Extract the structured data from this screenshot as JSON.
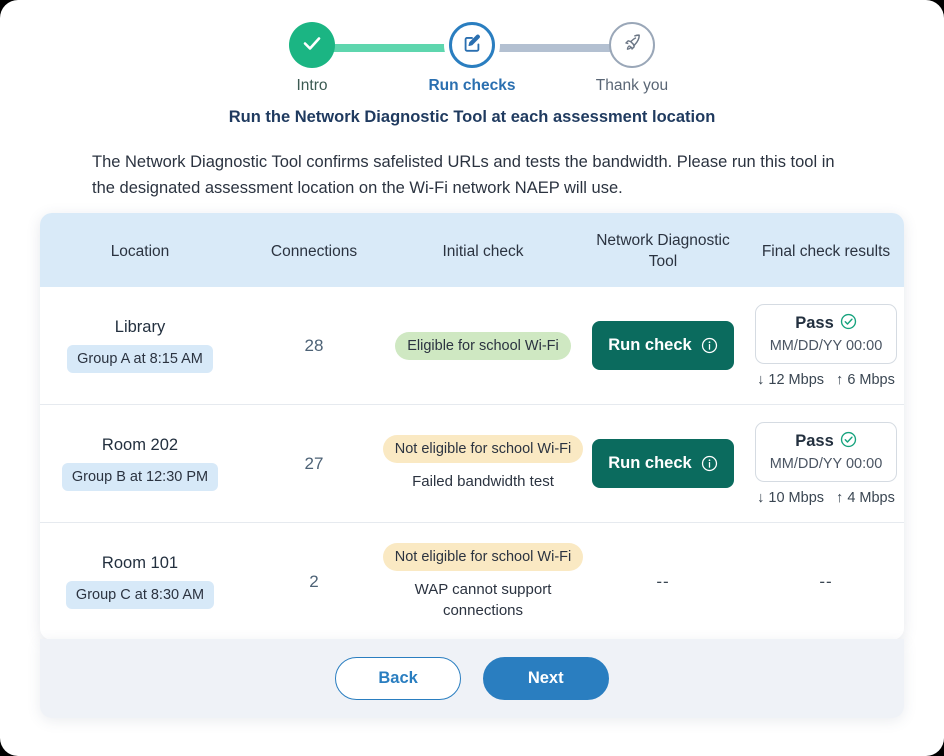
{
  "stepper": {
    "steps": [
      {
        "label": "Intro",
        "state": "done",
        "icon": "check-icon"
      },
      {
        "label": "Run checks",
        "state": "current",
        "icon": "edit-square-icon"
      },
      {
        "label": "Thank you",
        "state": "todo",
        "icon": "rocket-icon"
      }
    ],
    "colors": {
      "done": "#1bb583",
      "current": "#2a7ec0",
      "todo": "#9aa7b8",
      "track_done": "#5ed6ae",
      "track_todo": "#b3c0d1"
    }
  },
  "section_title": "Run the Network Diagnostic Tool at each assessment location",
  "intro_text": "The Network Diagnostic Tool confirms safelisted URLs and tests the bandwidth. Please run this tool in the designated assessment location on the Wi-Fi network NAEP will use.",
  "table": {
    "headers": [
      "Location",
      "Connections",
      "Initial check",
      "Network Diagnostic Tool",
      "Final check results"
    ],
    "header_bg": "#d9eaf8",
    "rows": [
      {
        "location": "Library",
        "group": "Group A at 8:15 AM",
        "connections": "28",
        "initial_status": "Eligible for school Wi-Fi",
        "initial_status_type": "ok",
        "initial_note": "",
        "action_label": "Run check",
        "action_icon": "info-icon",
        "has_action": true,
        "result_label": "Pass",
        "result_icon": "check-circle-icon",
        "result_date": "MM/DD/YY 00:00",
        "download": "↓ 12 Mbps",
        "upload": "↑ 6 Mbps",
        "has_result": true
      },
      {
        "location": "Room 202",
        "group": "Group B at 12:30 PM",
        "connections": "27",
        "initial_status": "Not eligible for school Wi-Fi",
        "initial_status_type": "warn",
        "initial_note": "Failed bandwidth test",
        "action_label": "Run check",
        "action_icon": "info-icon",
        "has_action": true,
        "result_label": "Pass",
        "result_icon": "check-circle-icon",
        "result_date": "MM/DD/YY 00:00",
        "download": "↓ 10 Mbps",
        "upload": "↑ 4 Mbps",
        "has_result": true
      },
      {
        "location": "Room 101",
        "group": "Group C at 8:30 AM",
        "connections": "2",
        "initial_status": "Not eligible for school Wi-Fi",
        "initial_status_type": "warn",
        "initial_note": "WAP cannot support connections",
        "action_label": "",
        "action_icon": "",
        "has_action": false,
        "action_empty": "--",
        "result_label": "",
        "result_icon": "",
        "result_date": "",
        "download": "",
        "upload": "",
        "has_result": false,
        "result_empty": "--"
      }
    ]
  },
  "footer": {
    "back_label": "Back",
    "next_label": "Next",
    "back_color": "#2a7ec0",
    "next_color": "#2a7ec0"
  },
  "accent": {
    "teal": "#0b6b5e",
    "blue": "#2a7ec0",
    "green": "#1bb583",
    "pill_ok": "#cfe8c2",
    "pill_warn": "#fae9c3",
    "group_badge": "#d7e9f8"
  }
}
